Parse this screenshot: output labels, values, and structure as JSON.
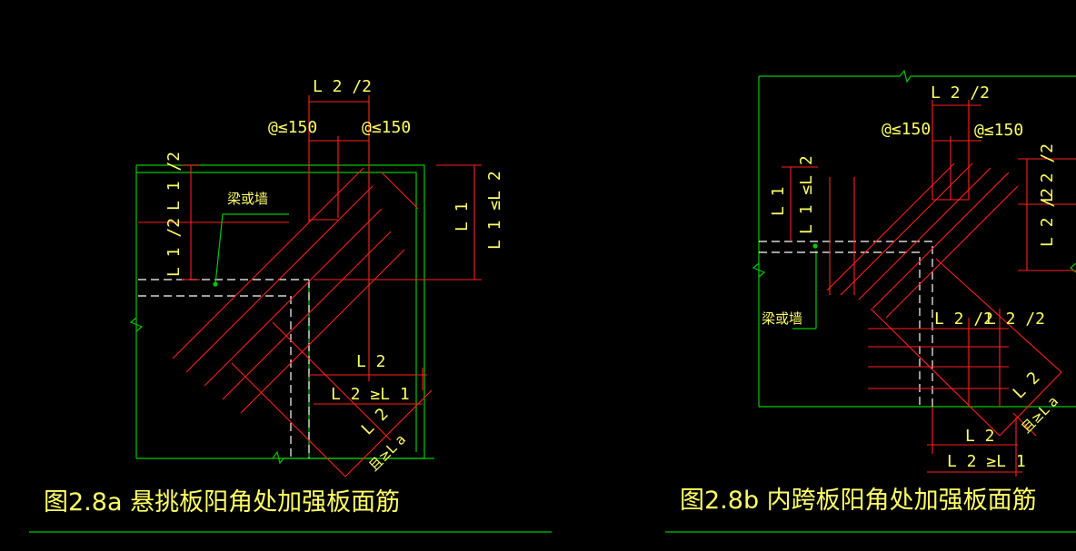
{
  "colors": {
    "background": "#000000",
    "outline": "#00c800",
    "rebar": "#ff2020",
    "dash": "#ffffff",
    "text": "#ffff66"
  },
  "figure_a": {
    "title": "图2.8a 悬挑板阳角处加强板面筋",
    "top_dim": "L 2 /2",
    "spacing_left": "@≤150",
    "spacing_right": "@≤150",
    "half_l1_upper": "L 1 /2",
    "half_l1_lower": "L 1 /2",
    "beam_or_wall": "梁或墙",
    "right_l1": "L 1",
    "right_l1_le_l2": "L 1 ≤L 2",
    "l2_label": "L 2",
    "l2_ge_l1": "L 2 ≥L 1",
    "l2_diag": "L 2",
    "la_diag": "且≥L a"
  },
  "figure_b": {
    "title": "图2.8b 内跨板阳角处加强板面筋",
    "top_dim": "L 2 /2",
    "spacing_left": "@≤150",
    "spacing_right": "@≤150",
    "left_l1": "L 1",
    "left_l1_le_l2": "L 1 ≤L 2",
    "right_half_upper": "L 2 /2",
    "right_half_lower": "L 2 /2",
    "beam_or_wall": "梁或墙",
    "mid_half_left": "L 2 /2",
    "mid_half_right": "L 2 /2",
    "l2_diag": "L 2",
    "la_diag": "且≥L a",
    "l2_label": "L 2",
    "l2_ge_l1": "L 2 ≥L 1"
  }
}
